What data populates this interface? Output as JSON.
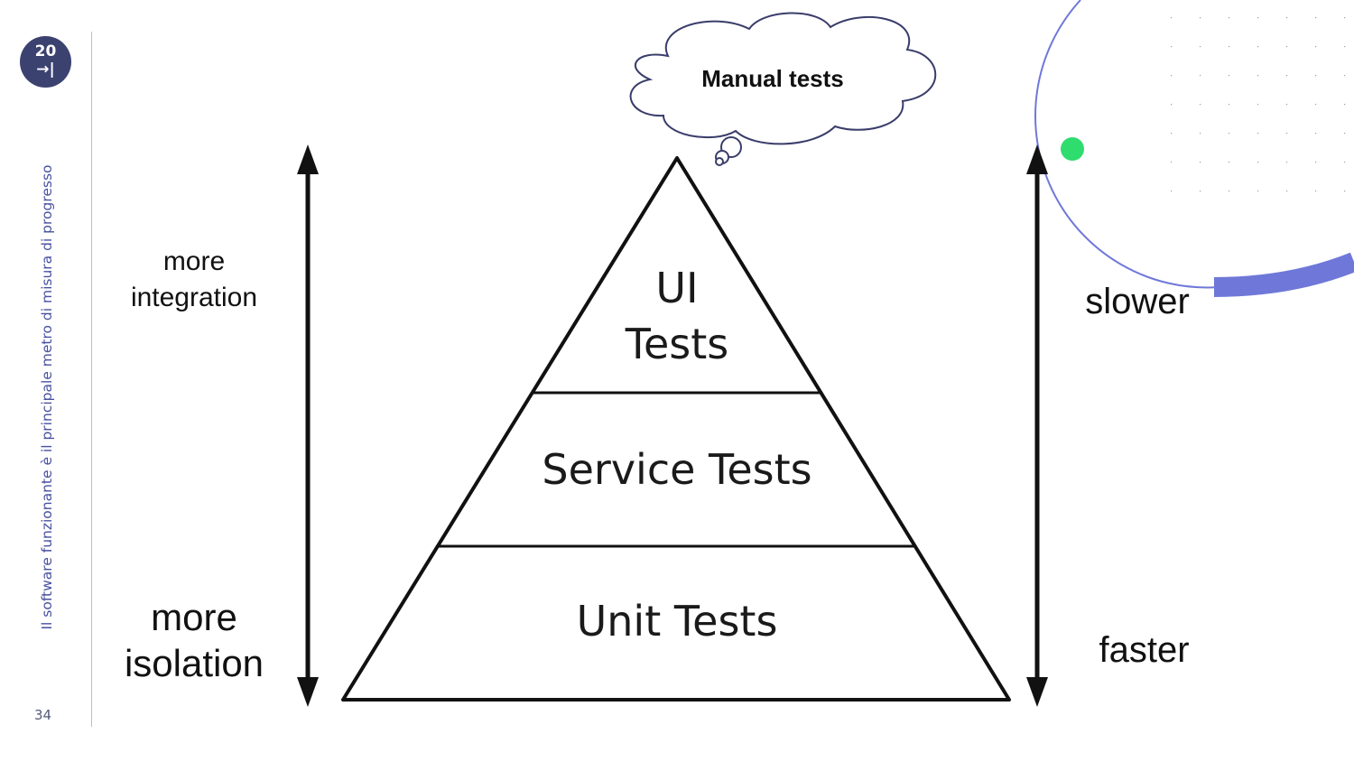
{
  "slide": {
    "logo_number": "20",
    "logo_arrow": "→|",
    "side_text": "Il software funzionante è il principale metro di misura di progresso",
    "page_number": "34"
  },
  "diagram": {
    "thought_bubble": "Manual tests",
    "tiers": {
      "top_line1": "UI",
      "top_line2": "Tests",
      "middle": "Service Tests",
      "bottom": "Unit Tests"
    },
    "left_axis": {
      "top_label_line1": "more",
      "top_label_line2": "integration",
      "bottom_label_line1": "more",
      "bottom_label_line2": "isolation"
    },
    "right_axis": {
      "top_label": "slower",
      "bottom_label": "faster"
    }
  },
  "decor": {
    "accent_color": "#6f78d8",
    "dot_color": "#2fdc6e",
    "logo_color": "#3b4270",
    "text_color": "#4750a0"
  }
}
